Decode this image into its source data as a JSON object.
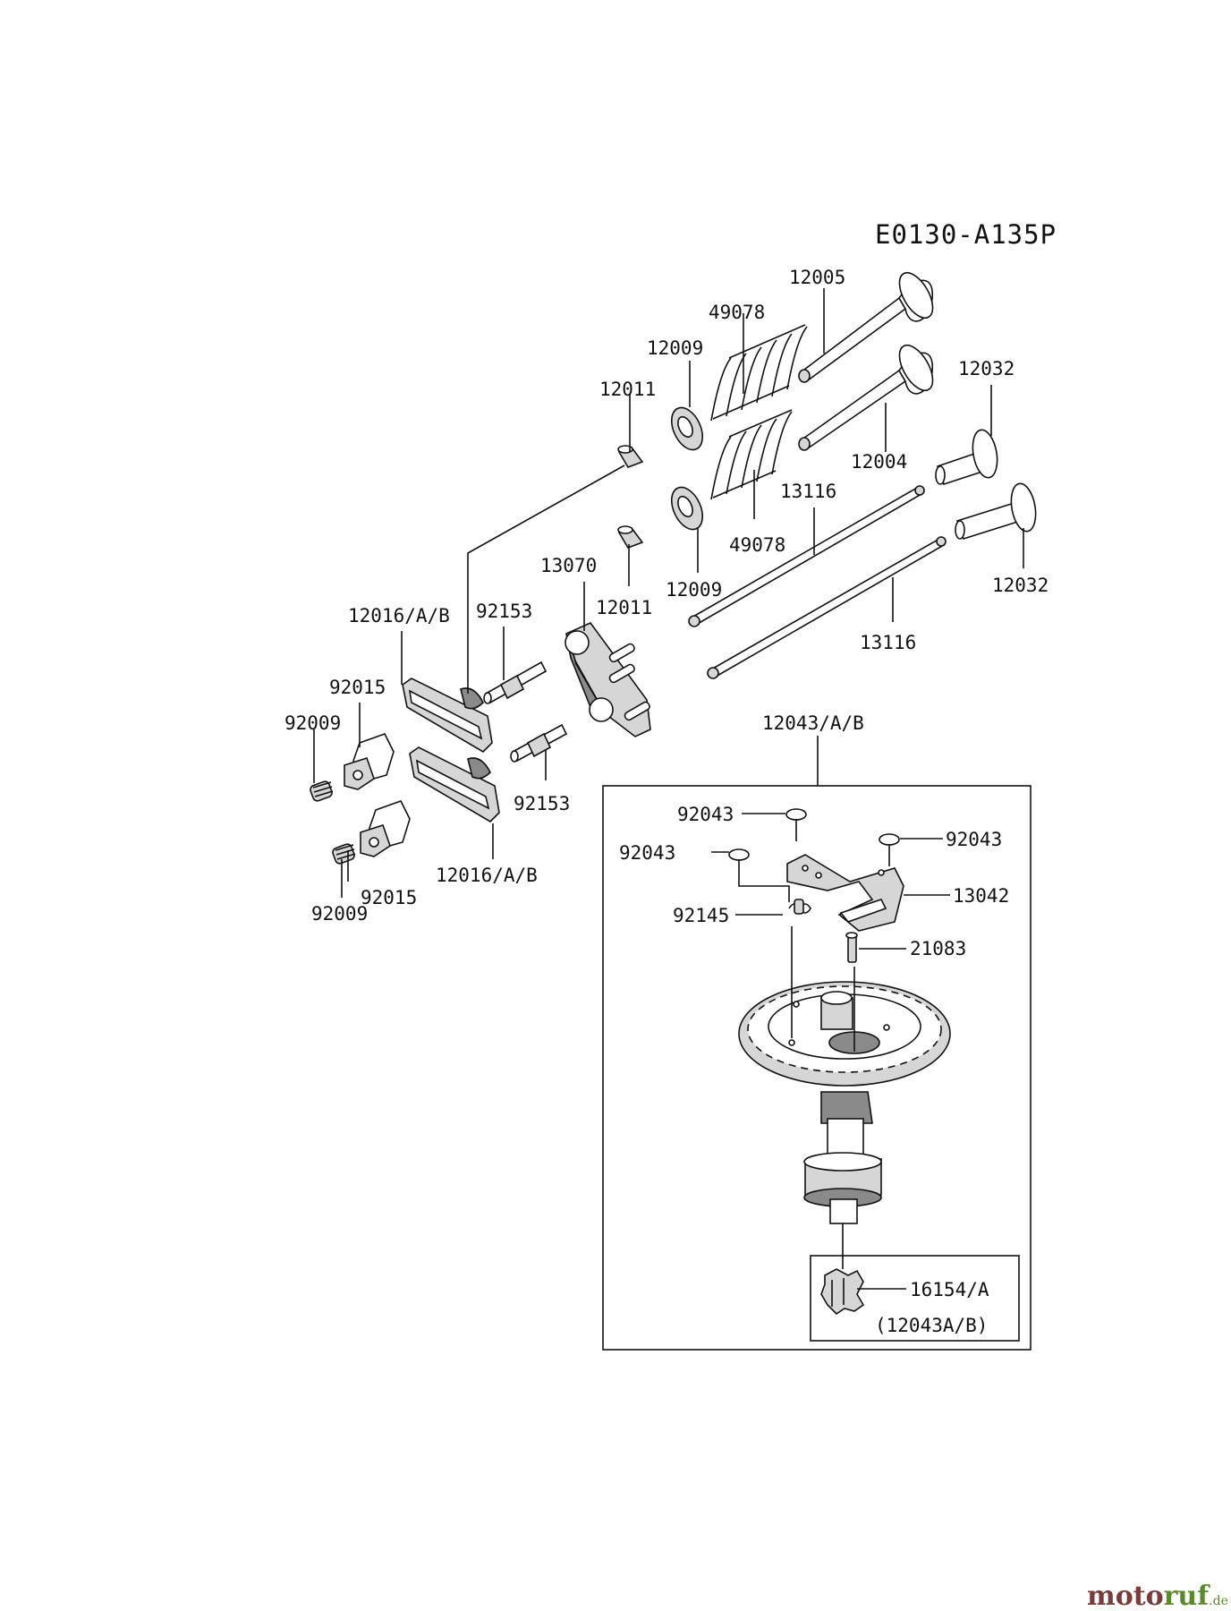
{
  "diagram": {
    "code": "E0130-A135P",
    "labels": {
      "p12005": "12005",
      "p49078_top": "49078",
      "p12009_top": "12009",
      "p12011_top": "12011",
      "p12032_top": "12032",
      "p12004": "12004",
      "p13116_top": "13116",
      "p49078_low": "49078",
      "p13070": "13070",
      "p12011_low": "12011",
      "p12009_low": "12009",
      "p12032_low": "12032",
      "p12016_top": "12016/A/B",
      "p92153_top": "92153",
      "p13116_low": "13116",
      "p92015_top": "92015",
      "p92009_top": "92009",
      "p92153_low": "92153",
      "p12016_low": "12016/A/B",
      "p92009_low": "92009",
      "p92015_low": "92015",
      "p12043": "12043/A/B",
      "p92043_a": "92043",
      "p92043_b": "92043",
      "p92043_c": "92043",
      "p13042": "13042",
      "p92145": "92145",
      "p21083": "21083",
      "p16154": "16154/A",
      "note_12043": "(12043A/B)"
    },
    "watermark": {
      "part1": "moto",
      "part2": "ruf",
      "part3": ".de"
    }
  }
}
